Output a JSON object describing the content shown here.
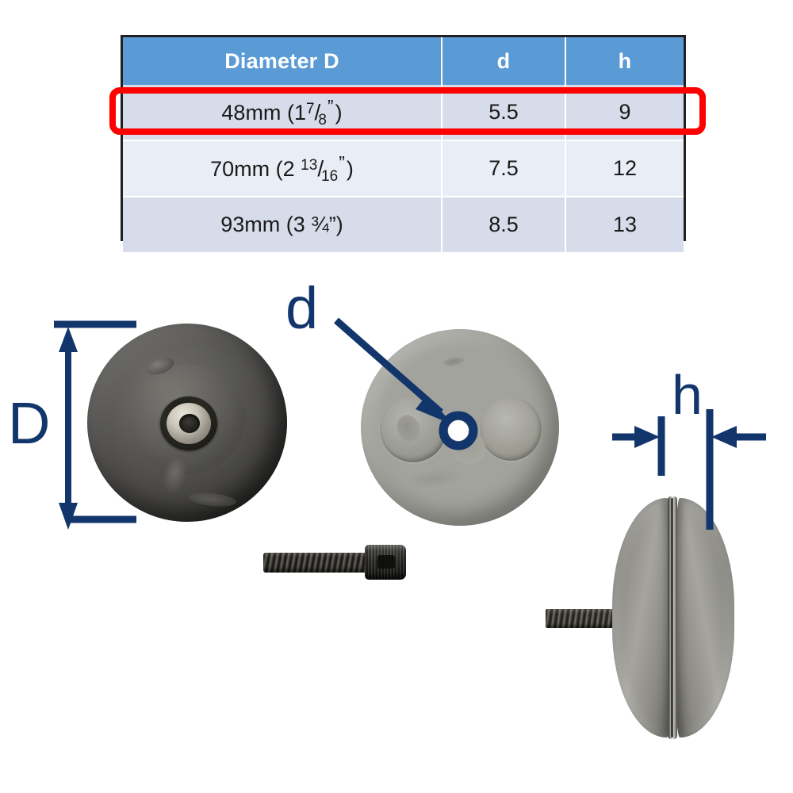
{
  "table": {
    "headers": [
      "Diameter D",
      "d",
      "h"
    ],
    "rows": [
      {
        "diameter_mm": "48mm",
        "diameter_whole": "1",
        "diameter_num": "7",
        "diameter_den": "8",
        "d": "5.5",
        "h": "9",
        "highlighted": true
      },
      {
        "diameter_mm": "70mm",
        "diameter_whole": "2",
        "diameter_num": "13",
        "diameter_den": "16",
        "d": "7.5",
        "h": "12",
        "highlighted": false
      },
      {
        "diameter_mm": "93mm",
        "diameter_whole": "3",
        "diameter_fraction": "¾",
        "d": "8.5",
        "h": "13",
        "highlighted": false
      }
    ],
    "open_paren": "(",
    "close_paren": ")",
    "slash": "/",
    "inch_mark": "”",
    "header_color": "#5B9BD5",
    "row_color_a": "#D6DCE9",
    "row_color_b": "#E9EDF6",
    "border_color": "#231F20",
    "highlight_color": "#FF0000"
  },
  "diagram": {
    "annotation_color": "#12356B",
    "labels": {
      "diameter": "D",
      "hole": "d",
      "height": "h"
    },
    "parts": {
      "disc_front_dark": "anode-disc-front-view",
      "disc_front_light": "anode-disc-reverse-view",
      "screw": "socket-cap-screw",
      "side_assembly": "anode-pair-side-view",
      "stud": "threaded-stud"
    }
  }
}
